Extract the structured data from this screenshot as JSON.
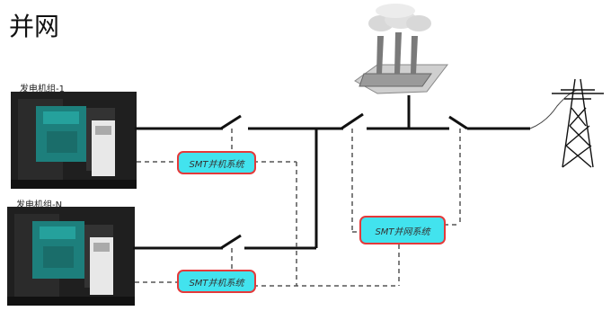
{
  "title": "并网",
  "generators": [
    {
      "label": "发电机组-1"
    },
    {
      "label": "发电机组-N"
    }
  ],
  "systems": {
    "parallel_1": "SMT并机系统",
    "parallel_2": "SMT并机系统",
    "grid": "SMT并网系统"
  },
  "icons": [
    "generator-icon",
    "factory-icon",
    "transmission-tower-icon",
    "breaker-switch-icon"
  ],
  "colors": {
    "box_fill": "#42e3ee",
    "box_border": "#e5393a",
    "line": "#111111",
    "dashed": "#555555"
  }
}
